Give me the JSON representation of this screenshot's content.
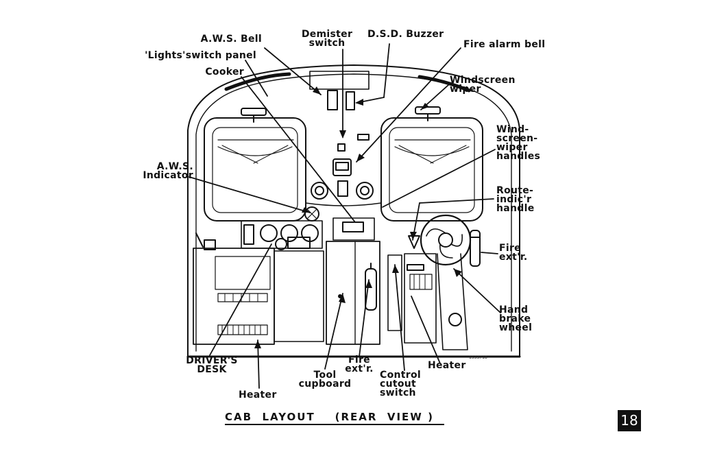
{
  "title": "CAB  LAYOUT    (REAR  VIEW )",
  "page_number": "18",
  "drawing_code": "1533718",
  "labels": {
    "aws_bell": "A.W.S. Bell",
    "lights_switch_panel": "'Lights'switch panel",
    "cooker": "Cooker",
    "demister_switch": "Demister\nswitch",
    "dsd_buzzer": "D.S.D. Buzzer",
    "fire_alarm_bell": "Fire alarm bell",
    "windscreen_wiper": "Windscreen\nwiper",
    "windscreen_wiper_handles": "Wind-\nscreen-\nwiper\nhandles",
    "aws_indicator": "A.W.S.\nIndicator",
    "route_indicator_handle": "Route-\nindic'r\nhandle",
    "fire_extinguisher_right": "Fire\next'r.",
    "hand_brake_wheel": "Hand\nbrake\nwheel",
    "drivers_desk": "DRIVER'S\nDESK",
    "tool_cupboard": "Tool\ncupboard",
    "fire_extinguisher_center": "Fire\next'r.",
    "control_cutout_switch": "Control\ncutout\nswitch",
    "heater_right": "Heater",
    "heater_left": "Heater"
  }
}
